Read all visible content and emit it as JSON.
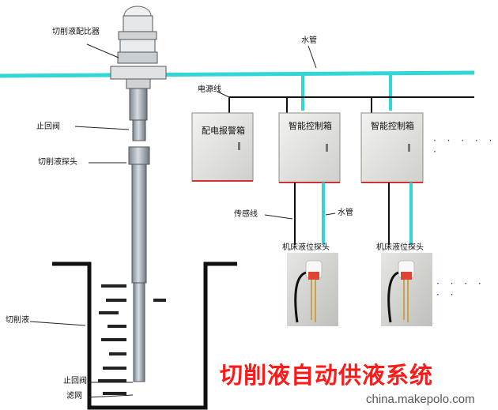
{
  "labels": {
    "proportioner": "切削液配比器",
    "check_valve_top": "止回阀",
    "fluid_probe": "切削液探头",
    "coolant": "切削液",
    "check_valve_bottom": "止回阀",
    "filter": "滤网",
    "water_pipe_top": "水管",
    "power_line": "电源线",
    "sensor_line": "传感线",
    "water_pipe_mid": "水管",
    "machine_probe_1": "机床液位探头",
    "machine_probe_2": "机床液位探头"
  },
  "boxes": {
    "alarm_box": "配电报警箱",
    "control_box_1": "智能控制箱",
    "control_box_2": "智能控制箱"
  },
  "ellipsis": {
    "upper": "· · · · · ·",
    "lower": "· · · · · ·"
  },
  "title": "切削液自动供液系统",
  "watermark": "china.makepolo.com",
  "colors": {
    "water_pipe": "#33d6d6",
    "title": "#ff1a1a",
    "cable": "#111111"
  }
}
